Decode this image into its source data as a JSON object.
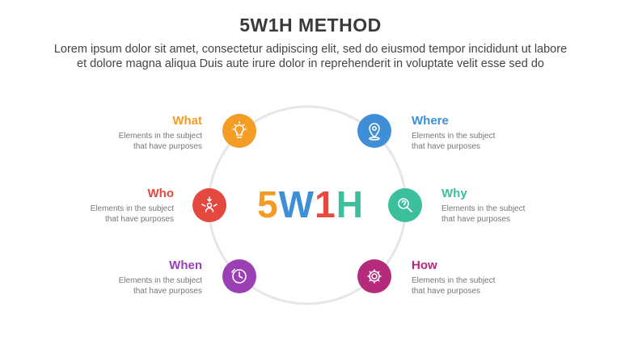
{
  "title": "5W1H METHOD",
  "subtitle_line1": "Lorem ipsum dolor sit amet, consectetur adipiscing elit, sed do eiusmod tempor incididunt ut labore",
  "subtitle_line2": "et dolore magna aliqua Duis aute irure dolor in reprehenderit in voluptate velit esse sed do",
  "center": {
    "letters": [
      {
        "char": "5",
        "color": "#f29b28"
      },
      {
        "char": "W",
        "color": "#3d8fd8"
      },
      {
        "char": "1",
        "color": "#e84a43"
      },
      {
        "char": "H",
        "color": "#3bbf9c"
      }
    ]
  },
  "items": [
    {
      "key": "what",
      "title": "What",
      "line1": "Elements in the subject",
      "line2": "that have purposes",
      "color": "#f39c26",
      "icon": "lightbulb-icon"
    },
    {
      "key": "where",
      "title": "Where",
      "line1": "Elements in the subject",
      "line2": "that have purposes",
      "color": "#3e8ed8",
      "icon": "location-pin-icon"
    },
    {
      "key": "who",
      "title": "Who",
      "line1": "Elements in the subject",
      "line2": "that have purposes",
      "color": "#e5483f",
      "icon": "person-icon"
    },
    {
      "key": "why",
      "title": "Why",
      "line1": "Elements in the subject",
      "line2": "that have purposes",
      "color": "#3bbf9c",
      "icon": "magnifier-icon"
    },
    {
      "key": "when",
      "title": "When",
      "line1": "Elements in the subject",
      "line2": "that have purposes",
      "color": "#9b3fb5",
      "icon": "clock-icon"
    },
    {
      "key": "how",
      "title": "How",
      "line1": "Elements in the subject",
      "line2": "that have purposes",
      "color": "#b52a7a",
      "icon": "gear-icon"
    }
  ]
}
